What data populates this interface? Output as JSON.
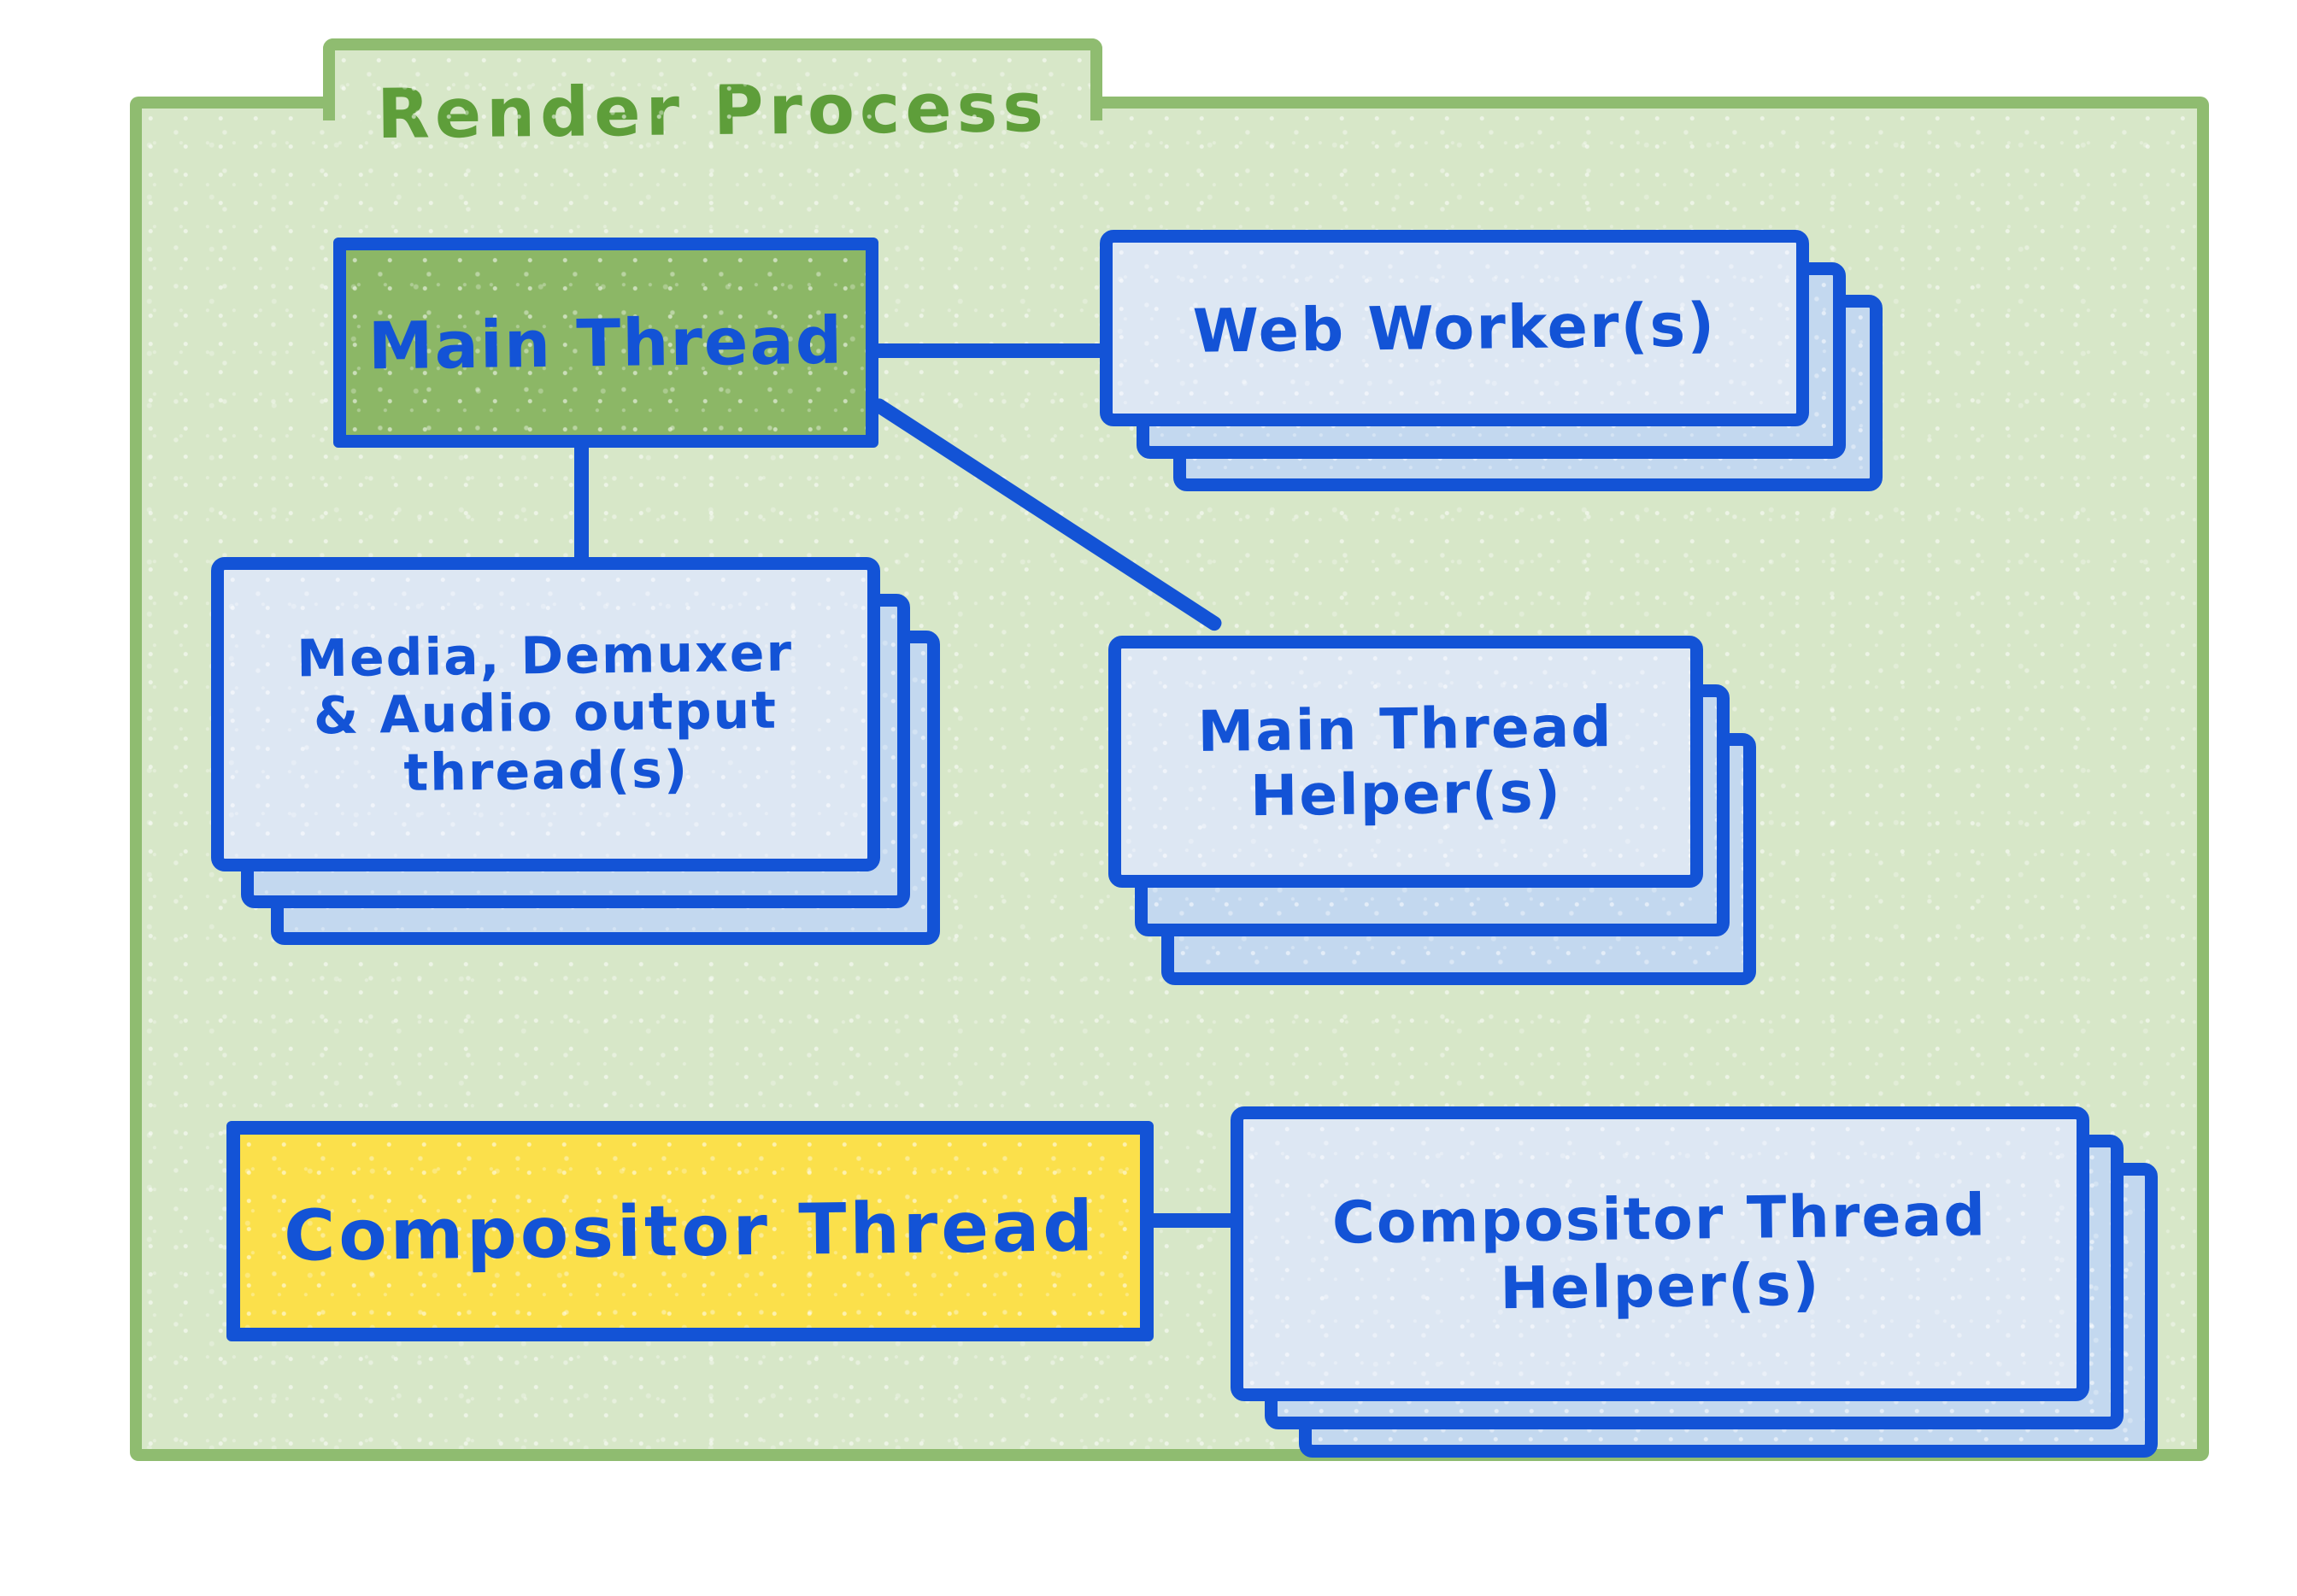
{
  "diagram": {
    "title": "Render Process",
    "nodes": {
      "main_thread": {
        "label": "Main Thread",
        "kind": "single",
        "fill": "#8cb766"
      },
      "web_workers": {
        "lines": [
          "Web Worker(s)"
        ],
        "kind": "stack-of-3"
      },
      "media_threads": {
        "lines": [
          "Media, Demuxer",
          "& Audio output",
          "thread(s)"
        ],
        "kind": "stack-of-3"
      },
      "main_thread_helpers": {
        "lines": [
          "Main Thread",
          "Helper(s)"
        ],
        "kind": "stack-of-3"
      },
      "compositor_thread": {
        "label": "Compositor Thread",
        "kind": "single",
        "fill": "#fbe04b"
      },
      "compositor_thread_helpers": {
        "lines": [
          "Compositor Thread",
          "Helper(s)"
        ],
        "kind": "stack-of-3"
      }
    },
    "edges": [
      {
        "from": "main_thread",
        "to": "web_workers"
      },
      {
        "from": "main_thread",
        "to": "media_threads"
      },
      {
        "from": "main_thread",
        "to": "main_thread_helpers"
      },
      {
        "from": "compositor_thread",
        "to": "compositor_thread_helpers"
      }
    ],
    "colors": {
      "page_background": "#ffffff",
      "process_fill": "#d7e7c8",
      "process_border": "#8fbc70",
      "title_text": "#5e9e3a",
      "node_border": "#1353d6",
      "node_text": "#1353d6",
      "main_thread_fill": "#8cb766",
      "compositor_fill": "#fbe04b",
      "card_front_fill": "#dde7f3",
      "card_back_fill": "#c3d8ef"
    }
  }
}
